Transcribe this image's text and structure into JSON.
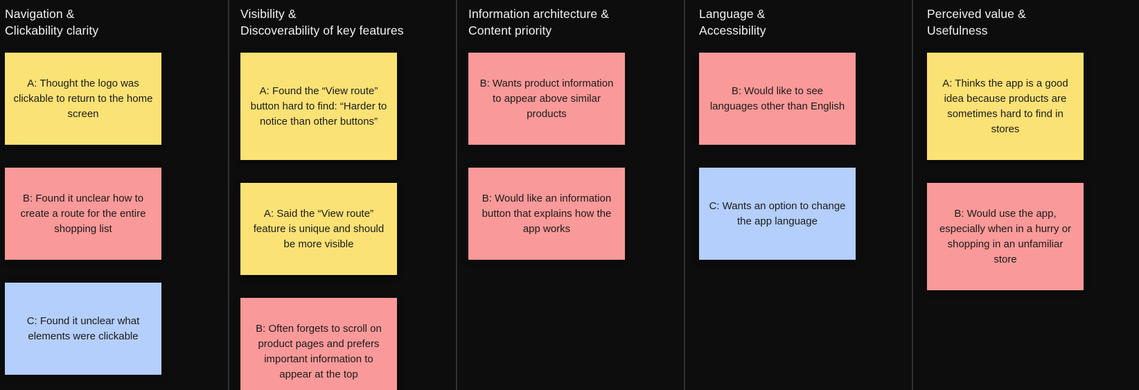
{
  "board": {
    "background_color": "#0d0d0d",
    "divider_color": "#2e3035",
    "note_colors": {
      "yellow": "#fbe275",
      "pink": "#fa9999",
      "blue": "#b4cffb"
    }
  },
  "columns": [
    {
      "title": "Navigation &\nClickability clarity",
      "notes": [
        {
          "color": "yellow",
          "text": "A: Thought the logo was clickable to return to the home screen"
        },
        {
          "color": "pink",
          "text": "B: Found it unclear how to create a route for the entire shopping list"
        },
        {
          "color": "blue",
          "text": "C: Found it unclear what elements were clickable"
        }
      ]
    },
    {
      "title": "Visibility &\nDiscoverability of key features",
      "notes": [
        {
          "color": "yellow",
          "text": "A: Found the “View route” button hard to find: “Harder to notice than other buttons”"
        },
        {
          "color": "yellow",
          "text": "A: Said the “View route” feature is unique and should be more visible"
        },
        {
          "color": "pink",
          "text": "B: Often forgets to scroll on product pages and prefers important information to appear at the top"
        }
      ]
    },
    {
      "title": "Information architecture &\nContent priority",
      "notes": [
        {
          "color": "pink",
          "text": "B: Wants product information to appear above similar products"
        },
        {
          "color": "pink",
          "text": "B: Would like an information button that explains how the app works"
        }
      ]
    },
    {
      "title": "Language &\nAccessibility",
      "notes": [
        {
          "color": "pink",
          "text": "B: Would like to see languages other than English"
        },
        {
          "color": "blue",
          "text": "C: Wants an option to change the app language"
        }
      ]
    },
    {
      "title": "Perceived value &\nUsefulness",
      "notes": [
        {
          "color": "yellow",
          "text": "A: Thinks the app is a good idea because products are sometimes hard to find in stores"
        },
        {
          "color": "pink",
          "text": "B: Would use the app, especially when in a hurry or shopping in an unfamiliar store"
        }
      ]
    }
  ]
}
